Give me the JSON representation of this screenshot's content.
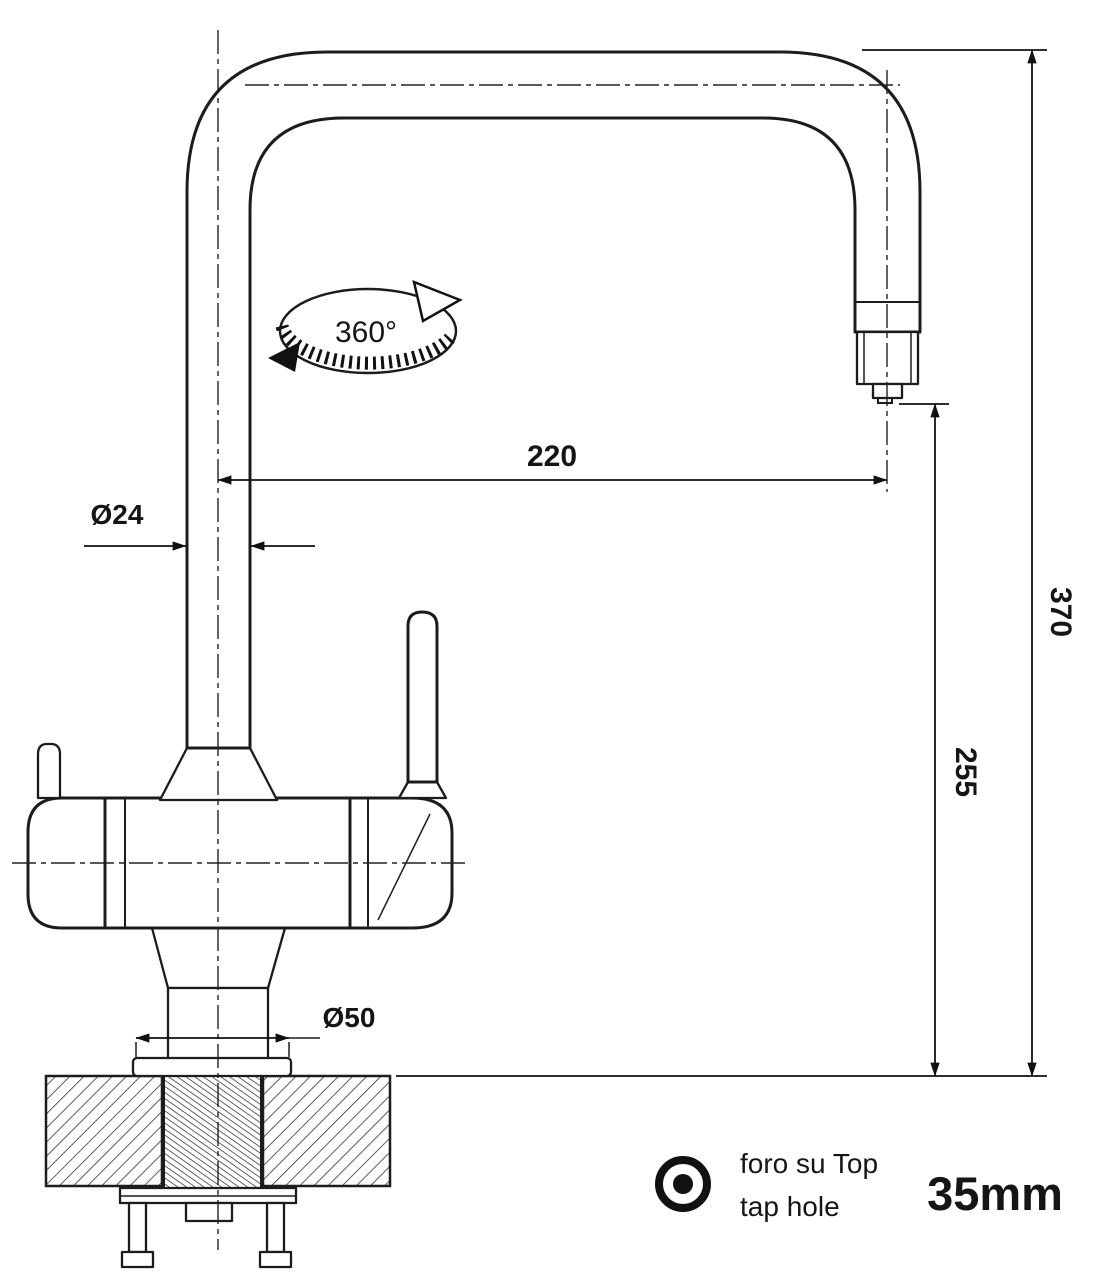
{
  "drawing": {
    "rotation_label": "360°",
    "dim_reach": "220",
    "dim_pipe_diameter": "Ø24",
    "dim_total_height": "370",
    "dim_outlet_height": "255",
    "dim_base_diameter": "Ø50"
  },
  "legend": {
    "note_line1": "foro su Top",
    "note_line2": "tap hole",
    "hole_size": "35mm"
  },
  "colors": {
    "line": "#1c1c1c",
    "background": "#ffffff"
  }
}
